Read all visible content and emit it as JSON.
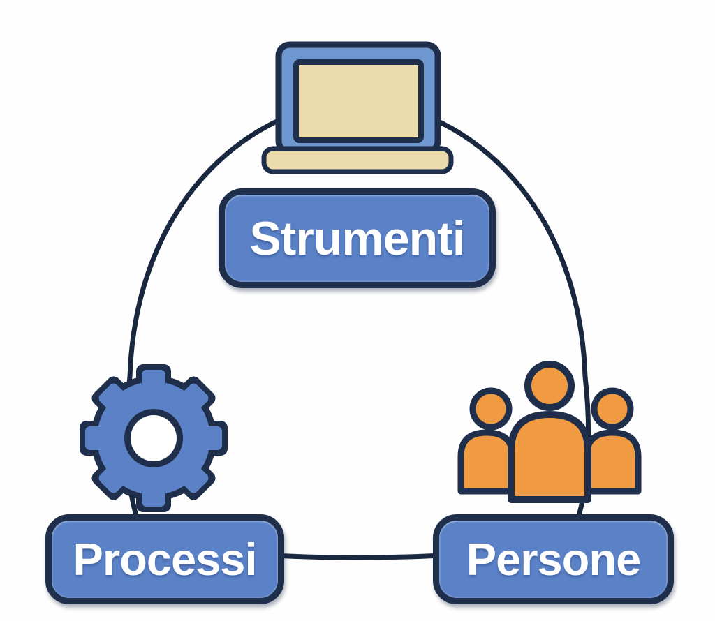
{
  "diagram": {
    "nodes": [
      {
        "id": "strumenti",
        "label": "Strumenti",
        "icon": "laptop-icon"
      },
      {
        "id": "processi",
        "label": "Processi",
        "icon": "gear-icon"
      },
      {
        "id": "persone",
        "label": "Persone",
        "icon": "people-icon"
      }
    ],
    "connector": "circle-ring",
    "colors": {
      "node_fill": "#5b82c7",
      "outline_navy": "#1f2e4a",
      "ring_navy": "#19273f",
      "laptop_lid_blue": "#6e97cf",
      "laptop_screen_cream": "#eddcab",
      "people_orange": "#f09b41",
      "label_text": "#ffffff",
      "background": "#ffffff"
    }
  }
}
